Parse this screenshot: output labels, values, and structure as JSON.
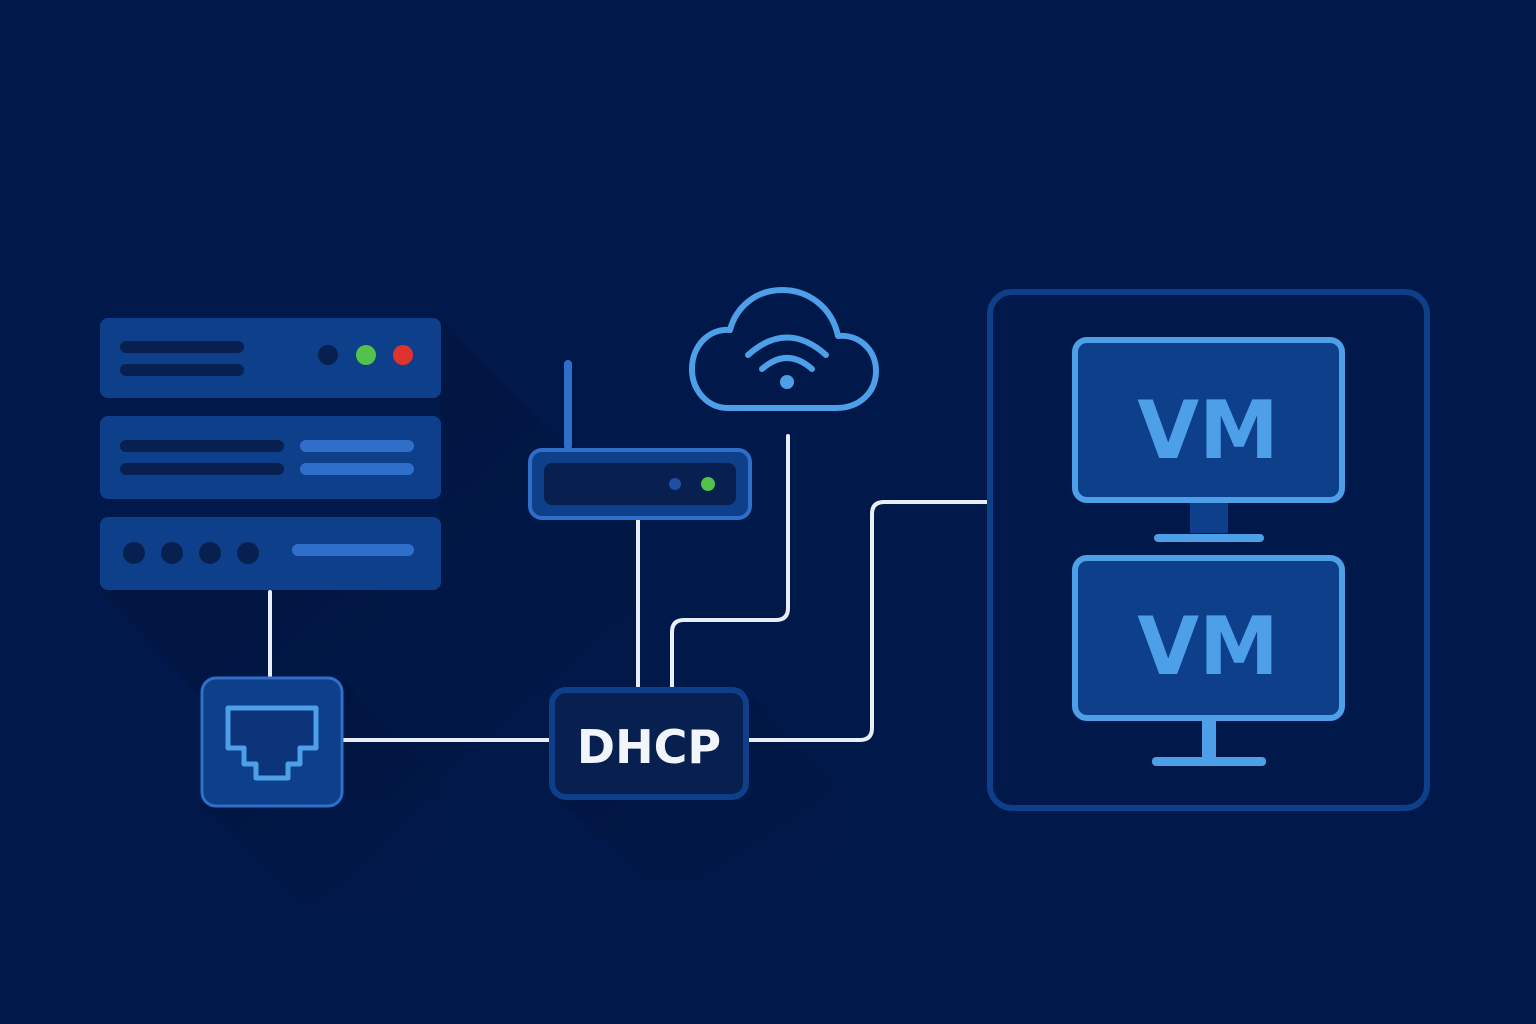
{
  "diagram": {
    "dhcp_label": "DHCP",
    "vm_top_label": "VM",
    "vm_bottom_label": "VM"
  },
  "colors": {
    "background": "#01194a",
    "panel_fill": "#0e3f8a",
    "panel_fill_dark": "#0b347a",
    "accent_light": "#4d9fe8",
    "accent_mid": "#2f6fc9",
    "line_color": "#e8eef8",
    "led_green": "#52c24a",
    "led_red": "#e0332f",
    "led_dark": "#07204f"
  },
  "icons": {
    "server": "server-rack-icon",
    "router": "router-icon",
    "cloud": "cloud-wifi-icon",
    "port": "ethernet-port-icon",
    "vm_host": "virtual-machine-host-icon"
  }
}
